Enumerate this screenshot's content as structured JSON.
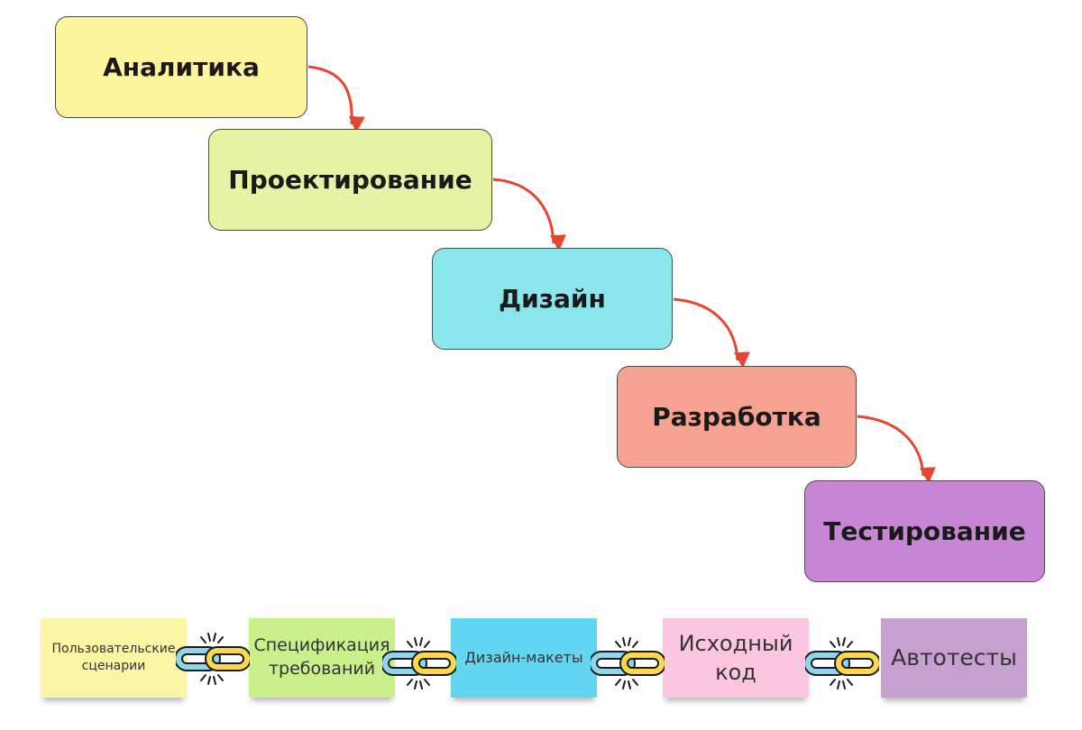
{
  "stages": [
    {
      "label": "Аналитика",
      "color": "#fcf59e"
    },
    {
      "label": "Проектирование",
      "color": "#e6f3a3"
    },
    {
      "label": "Дизайн",
      "color": "#8ae6ea"
    },
    {
      "label": "Разработка",
      "color": "#f6a291"
    },
    {
      "label": "Тестирование",
      "color": "#c886d4"
    }
  ],
  "artifacts": [
    {
      "label": "Пользовательские сценарии",
      "color": "#fbf6a4"
    },
    {
      "label": "Спецификация требований",
      "color": "#c9f08a"
    },
    {
      "label": "Дизайн-макеты",
      "color": "#62d6f0"
    },
    {
      "label": "Исходный код",
      "color": "#fbc6de"
    },
    {
      "label": "Автотесты",
      "color": "#c6a0cf"
    }
  ],
  "colors": {
    "arrow": "#e8452f",
    "link_blue": "#8fd6ec",
    "link_yellow": "#fcd84a",
    "link_outline": "#1a1a1a"
  },
  "icons": {
    "arrow": "curved-arrow-icon",
    "link": "chain-link-icon"
  }
}
